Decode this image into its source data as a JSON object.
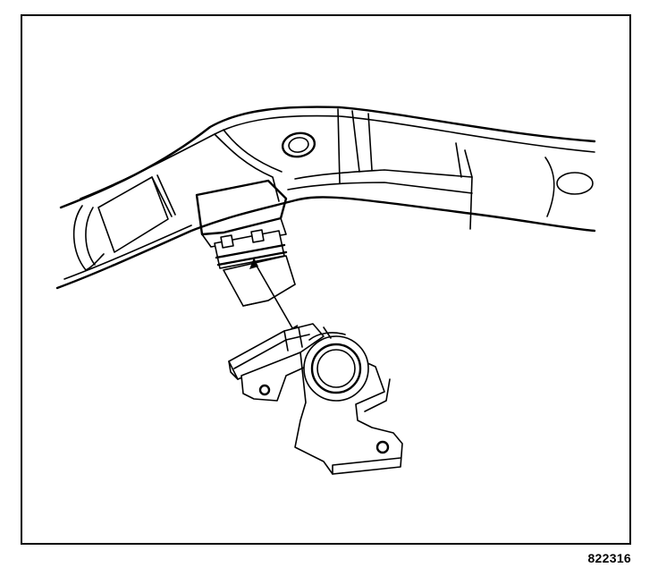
{
  "figure": {
    "figure_number": "822316"
  },
  "parts": {
    "frame_rail": "frame-crossmember",
    "bushing": "rubber-bushing",
    "bracket": "mounting-bracket",
    "arrow": "installation-direction-arrow"
  }
}
